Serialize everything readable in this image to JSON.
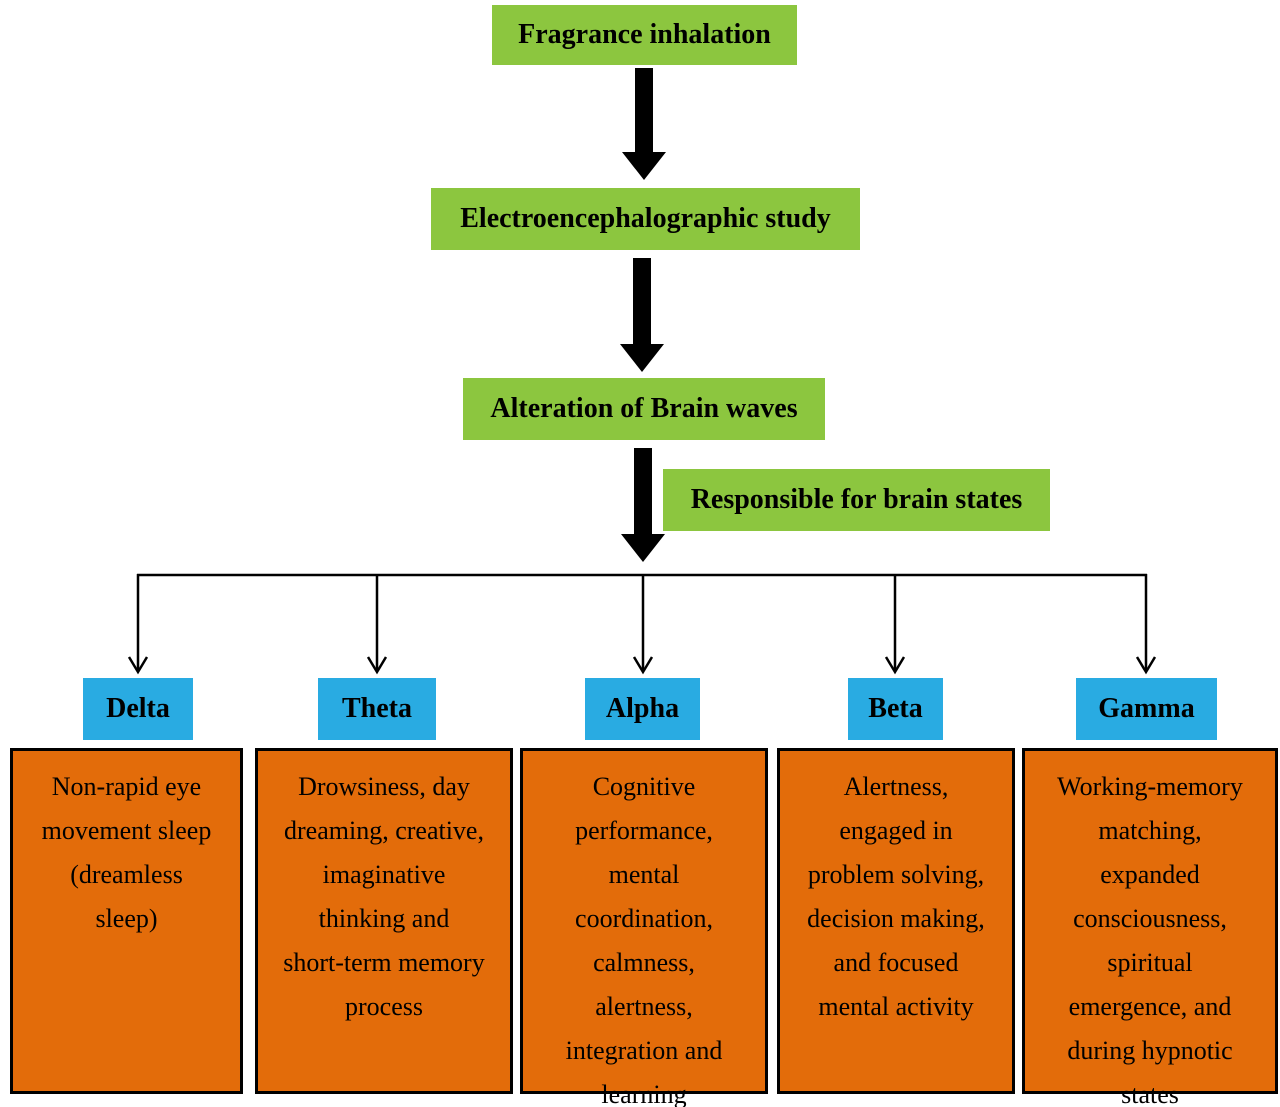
{
  "flow": {
    "step1": "Fragrance inhalation",
    "step2": "Electroencephalographic study",
    "step3": "Alteration of Brain waves",
    "branch_label": "Responsible for brain states"
  },
  "waves": [
    {
      "name": "Delta",
      "description": "Non-rapid eye\nmovement sleep\n(dreamless\nsleep)"
    },
    {
      "name": "Theta",
      "description": "Drowsiness, day\ndreaming, creative,\nimaginative\nthinking and\nshort-term memory\nprocess"
    },
    {
      "name": "Alpha",
      "description": "Cognitive\nperformance,\nmental\ncoordination,\ncalmness,\nalertness,\nintegration and\nlearning"
    },
    {
      "name": "Beta",
      "description": "Alertness,\nengaged in\nproblem solving,\ndecision making,\nand focused\nmental activity"
    },
    {
      "name": "Gamma",
      "description": "Working-memory\nmatching,\nexpanded\nconsciousness,\nspiritual\nemergence, and\nduring hypnotic\nstates"
    }
  ],
  "colors": {
    "step_box_green": "#8CC63F",
    "wave_label_blue": "#29ABE2",
    "wave_desc_orange": "#E36C0A",
    "arrow_black": "#000000",
    "text_black": "#000000",
    "background_white": "#FFFFFF"
  }
}
